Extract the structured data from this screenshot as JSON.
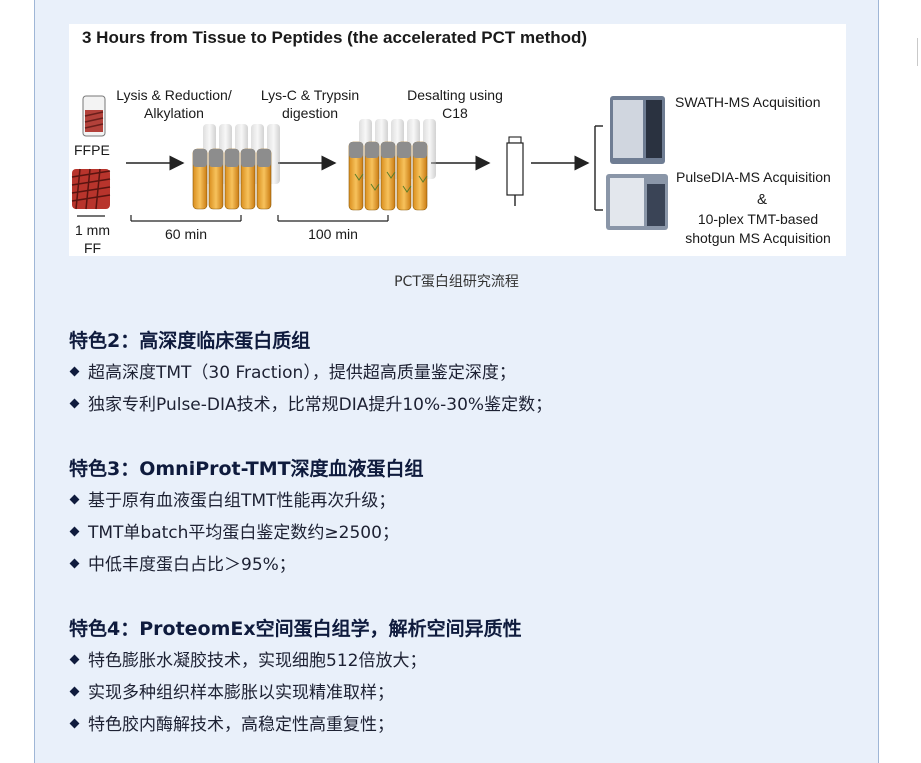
{
  "figure": {
    "title": "3 Hours from Tissue to Peptides (the accelerated PCT method)",
    "steps": {
      "lysis": [
        "Lysis & Reduction/",
        "Alkylation"
      ],
      "digestion": [
        "Lys-C & Trypsin",
        "digestion"
      ],
      "desalting": [
        "Desalting using",
        "C18"
      ]
    },
    "sample_ffpe": "FFPE",
    "sample_ff": "FF",
    "scale": "1 mm",
    "time_60": "60 min",
    "time_100": "100 min",
    "acq_swath": "SWATH-MS Acquisition",
    "acq_pulse": "PulseDIA-MS Acquisition",
    "acq_and": "&",
    "acq_tmt": [
      "10-plex TMT-based",
      "shotgun MS Acquisition"
    ]
  },
  "caption": "PCT蛋白组研究流程",
  "sections": [
    {
      "title": "特色2：高深度临床蛋白质组",
      "bullets": [
        "超高深度TMT（30 Fraction），提供超高质量鉴定深度；",
        "独家专利Pulse-DIA技术，比常规DIA提升10%-30%鉴定数；"
      ]
    },
    {
      "title": "特色3：OmniProt-TMT深度血液蛋白组",
      "bullets": [
        "基于原有血液蛋白组TMT性能再次升级；",
        "TMT单batch平均蛋白鉴定数约≥2500；",
        "中低丰度蛋白占比＞95%；"
      ]
    },
    {
      "title": "特色4：ProteomEx空间蛋白组学，解析空间异质性",
      "bullets": [
        "特色膨胀水凝胶技术，实现细胞512倍放大；",
        "实现多种组织样本膨胀以实现精准取样；",
        "特色胶内酶解技术，高稳定性高重复性；"
      ]
    }
  ]
}
